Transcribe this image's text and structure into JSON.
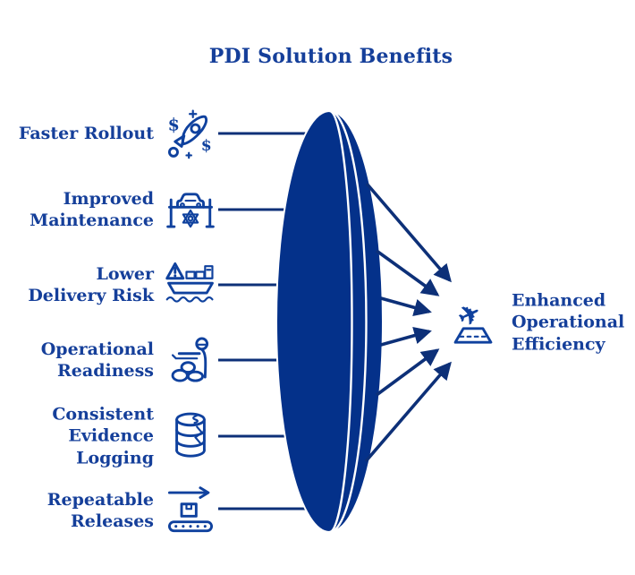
{
  "title": "PDI Solution Benefits",
  "colors": {
    "background": "#ffffff",
    "text": "#153f9a",
    "lens": "#04318a",
    "arrow": "#0d3078",
    "icon": "#0f419e"
  },
  "benefits": [
    {
      "label": "Faster Rollout",
      "icon": "rocket-dollar-icon"
    },
    {
      "label": "Improved Maintenance",
      "icon": "car-lift-gear-icon"
    },
    {
      "label": "Lower Delivery Risk",
      "icon": "cargo-ship-warning-icon"
    },
    {
      "label": "Operational Readiness",
      "icon": "person-supplies-icon"
    },
    {
      "label": "Consistent Evidence Logging",
      "icon": "database-icon"
    },
    {
      "label": "Repeatable Releases",
      "icon": "conveyor-belt-icon"
    }
  ],
  "outcome": {
    "label": "Enhanced Operational Efficiency",
    "icon": "airplane-runway-icon"
  }
}
